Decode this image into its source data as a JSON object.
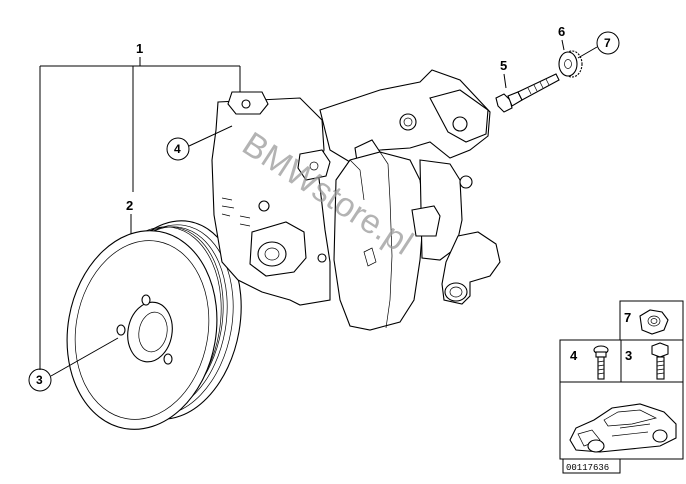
{
  "labels": {
    "pump_assembly": "1",
    "pulley": "2",
    "pulley_bolt": "3",
    "pump_bolt": "4",
    "stud_bolt": "5",
    "gear_wheel": "6",
    "nut": "7"
  },
  "callouts": {
    "bolt_pulley": "3",
    "bolt_pump": "4",
    "nut": "7"
  },
  "parts_legend": {
    "nut": "7",
    "bolt_pump": "4",
    "bolt_pulley": "3"
  },
  "watermark": "BMWstore.pl",
  "diagram_code": "00117636",
  "colors": {
    "line": "#000000",
    "watermark": "#9a9a9a",
    "background": "#ffffff"
  }
}
